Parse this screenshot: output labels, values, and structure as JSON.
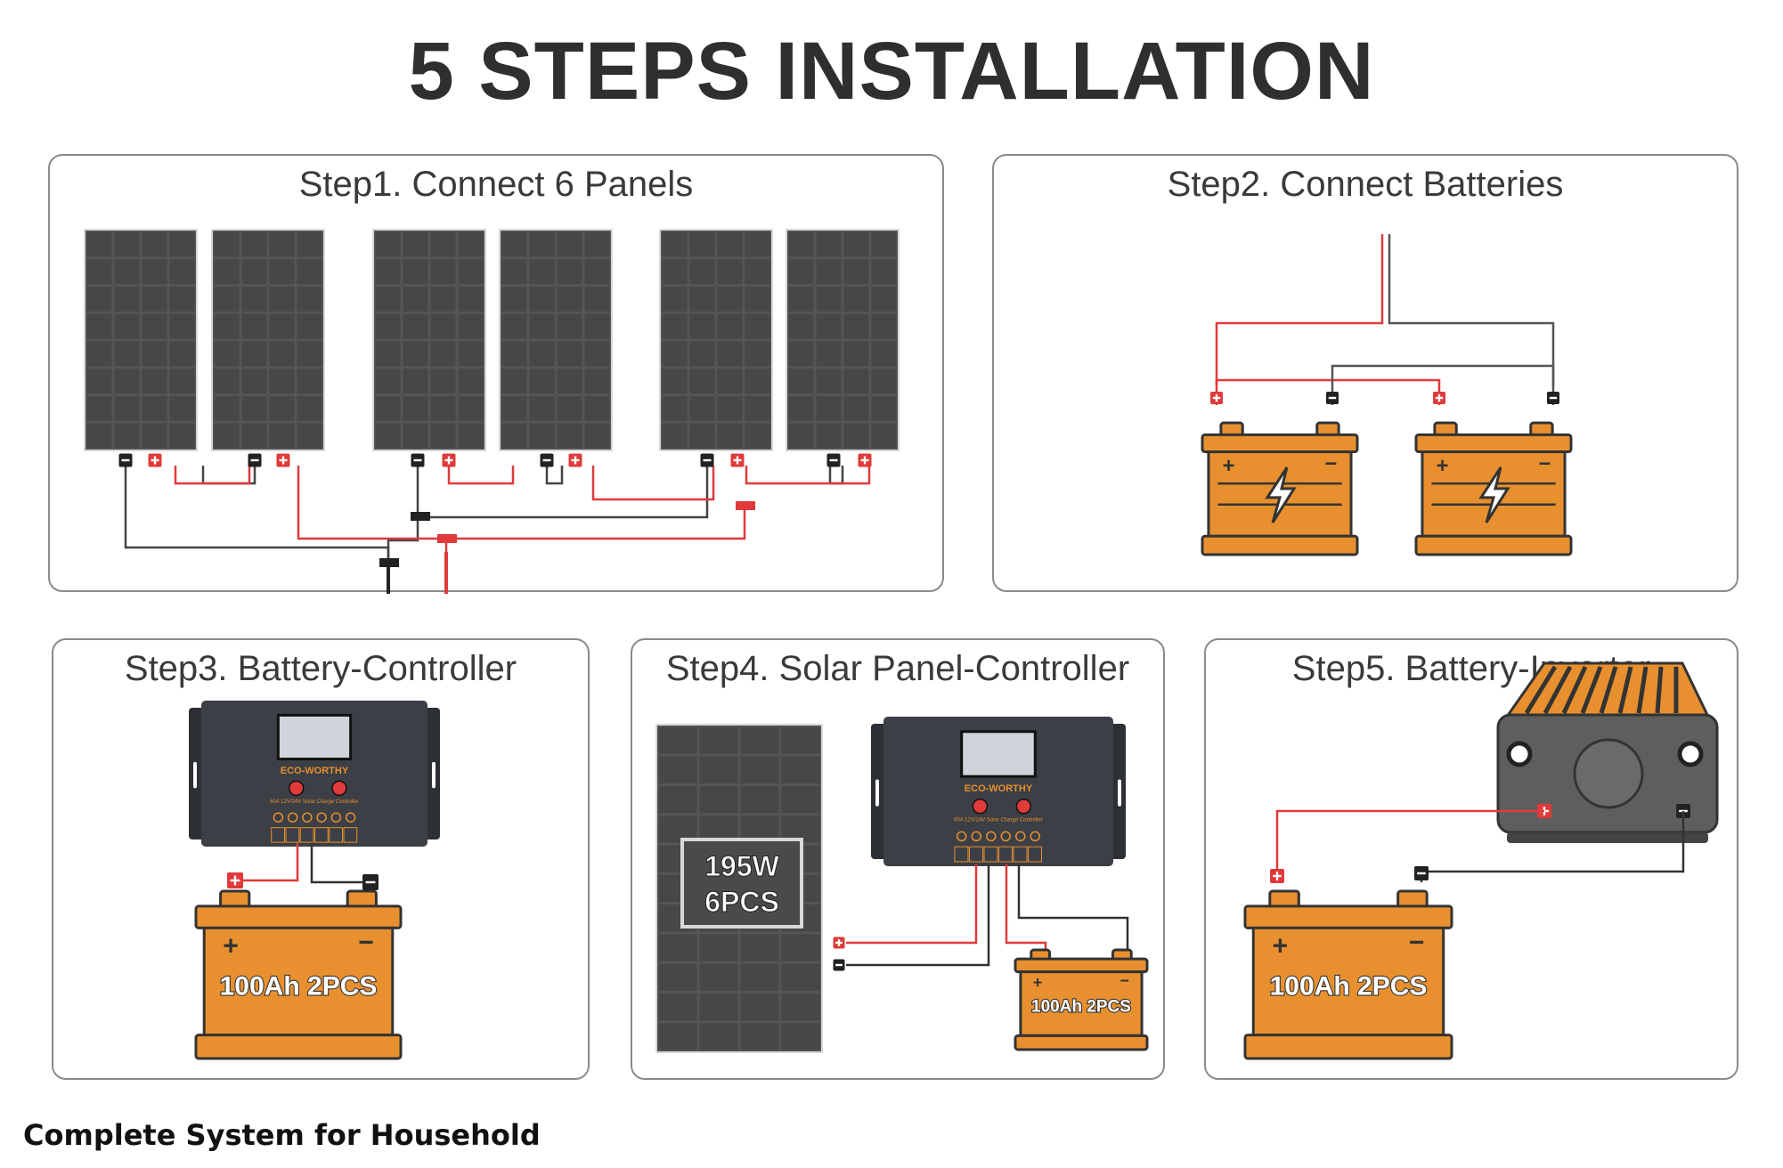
{
  "title": "5 STEPS INSTALLATION",
  "steps": [
    {
      "label": "Step1. Connect 6 Panels"
    },
    {
      "label": "Step2. Connect Batteries"
    },
    {
      "label": "Step3. Battery-Controller"
    },
    {
      "label": "Step4. Solar Panel-Controller"
    },
    {
      "label": "Step5. Battery-Inverter"
    }
  ],
  "battery_label": "100Ah 2PCS",
  "panel_badge": {
    "line1": "195W",
    "line2": "6PCS"
  },
  "controller": {
    "brand": "ECO-WORTHY",
    "model": "60A 12V/24V Solar Charge Controller"
  },
  "caption": "Complete System for Household",
  "colors": {
    "battery": "#e8902f",
    "battery_dark": "#c77620",
    "wire_red": "#e03a3a",
    "wire_black": "#333333",
    "panel": "#4a4a4a",
    "controller": "#3c3f45"
  }
}
